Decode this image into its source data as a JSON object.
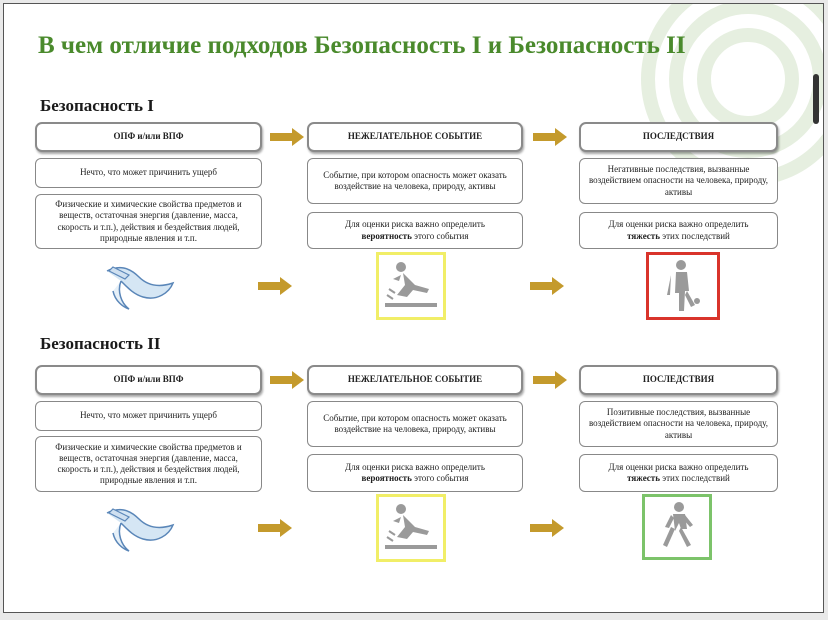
{
  "title": "В чем отличие подходов Безопасность I и Безопасность II",
  "colors": {
    "title": "#4a8a2c",
    "arrow": "#c49a2c",
    "frame_yellow": "#f1ee67",
    "frame_red": "#d9342b",
    "frame_green": "#7cc36a"
  },
  "sections": [
    {
      "heading": "Безопасность I",
      "col1": {
        "header": "ОПФ и/или ВПФ",
        "text1": "Нечто, что может причинить ущерб",
        "text2": "Физические и химические свойства предметов и веществ, остаточная энергия (давление, масса, скорость и т.п.), действия и бездействия людей, природные явления и т.п."
      },
      "col2": {
        "header": "НЕЖЕЛАТЕЛЬНОЕ СОБЫТИЕ",
        "text1": "Событие, при котором опасность может оказать воздействие на человека, природу, активы",
        "text2_pre": "Для оценки риска важно определить",
        "text2_bold": "вероятность",
        "text2_post": "этого события"
      },
      "col3": {
        "header": "ПОСЛЕДСТВИЯ",
        "text1": "Негативные последствия, вызванные воздействием опасности на человека, природу, активы",
        "text2_pre": "Для оценки риска важно определить",
        "text2_bold": "тяжесть",
        "text2_post": "этих последствий"
      },
      "icons": [
        "banana-peel-icon",
        "slip-fall-icon",
        "injured-person-icon"
      ]
    },
    {
      "heading": "Безопасность II",
      "col1": {
        "header": "ОПФ и/или ВПФ",
        "text1": "Нечто, что может причинить ущерб",
        "text2": "Физические и химические свойства предметов и веществ, остаточная энергия (давление, масса, скорость и т.п.), действия и бездействия людей, природные явления и т.п."
      },
      "col2": {
        "header": "НЕЖЕЛАТЕЛЬНОЕ СОБЫТИЕ",
        "text1": "Событие, при котором опасность может оказать воздействие на человека, природу, активы",
        "text2_pre": "Для оценки риска важно определить",
        "text2_bold": "вероятность",
        "text2_post": "этого события"
      },
      "col3": {
        "header": "ПОСЛЕДСТВИЯ",
        "text1": "Позитивные последствия, вызванные воздействием опасности на человека, природу, активы",
        "text2_pre": "Для оценки риска важно определить",
        "text2_bold": "тяжесть",
        "text2_post": "этих последствий"
      },
      "icons": [
        "banana-peel-icon",
        "slip-fall-icon",
        "walking-person-icon"
      ]
    }
  ]
}
